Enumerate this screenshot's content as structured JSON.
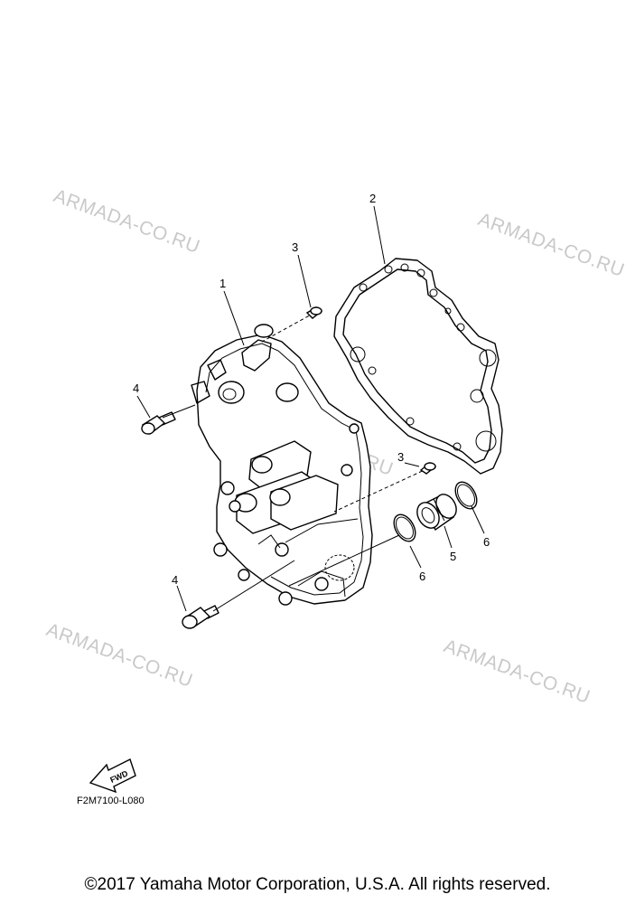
{
  "watermark_text": "ARMADA-CO.RU",
  "callouts": {
    "c1": "1",
    "c2": "2",
    "c3a": "3",
    "c3b": "3",
    "c4a": "4",
    "c4b": "4",
    "c5": "5",
    "c6a": "6",
    "c6b": "6"
  },
  "fwd_label": "FWD",
  "diagram_code": "F2M7100-L080",
  "copyright": "©2017 Yamaha Motor Corporation, U.S.A. All rights reserved."
}
